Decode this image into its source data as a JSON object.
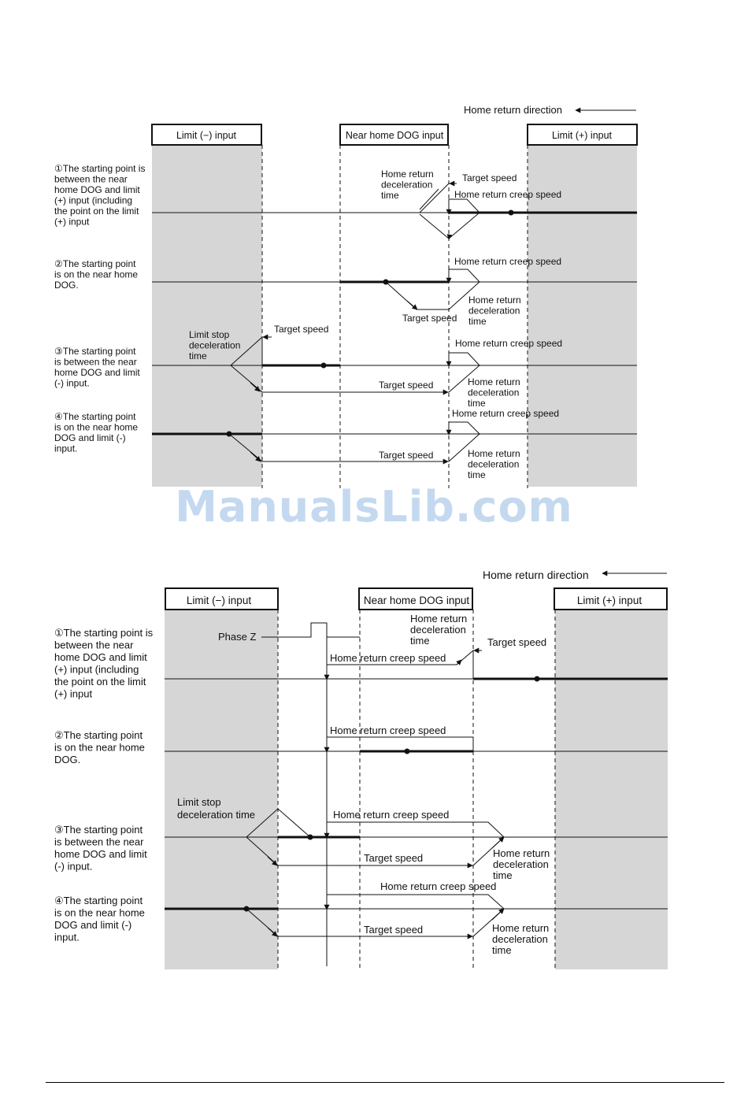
{
  "watermark": "ManualsLib.com",
  "diagrams": [
    {
      "direction_label": "Home return direction",
      "columns": {
        "limit_minus": "Limit (−) input",
        "near_dog": "Near home DOG input",
        "limit_plus": "Limit (+) input"
      },
      "rows": [
        {
          "case_lines": [
            "①The starting point is",
            "between the near",
            "home DOG and limit",
            "(+) input (including",
            "the point on the limit",
            "(+) input"
          ],
          "annotations": [
            {
              "lines": [
                "Home return",
                "deceleration",
                "time"
              ]
            },
            {
              "lines": [
                "Target speed"
              ]
            },
            {
              "lines": [
                "Home return creep speed"
              ]
            }
          ]
        },
        {
          "case_lines": [
            "②The starting point",
            "is on the near home",
            "DOG."
          ],
          "annotations": [
            {
              "lines": [
                "Home return creep speed"
              ]
            },
            {
              "lines": [
                "Target speed"
              ]
            },
            {
              "lines": [
                "Home return",
                "deceleration",
                "time"
              ]
            }
          ]
        },
        {
          "case_lines": [
            "③The starting point",
            "is between the near",
            "home DOG and limit",
            "(-) input."
          ],
          "annotations": [
            {
              "lines": [
                "Limit stop",
                "deceleration",
                "time"
              ]
            },
            {
              "lines": [
                "Target speed"
              ]
            },
            {
              "lines": [
                "Home return creep speed"
              ]
            },
            {
              "lines": [
                "Target speed"
              ]
            },
            {
              "lines": [
                "Home return",
                "deceleration",
                "time"
              ]
            }
          ]
        },
        {
          "case_lines": [
            "④The starting point",
            "is on the near home",
            "DOG and limit (-)",
            "input."
          ],
          "annotations": [
            {
              "lines": [
                "Home return creep speed"
              ]
            },
            {
              "lines": [
                "Target speed"
              ]
            },
            {
              "lines": [
                "Home return",
                "deceleration",
                "time"
              ]
            }
          ]
        }
      ]
    },
    {
      "direction_label": "Home return direction",
      "columns": {
        "limit_minus": "Limit (−) input",
        "near_dog": "Near home DOG input",
        "limit_plus": "Limit (+) input"
      },
      "phase_z": "Phase Z",
      "rows": [
        {
          "case_lines": [
            "①The starting point is",
            "between the near",
            "home DOG and limit",
            "(+) input (including",
            "the point on the limit",
            "(+) input"
          ],
          "annotations": [
            {
              "lines": [
                "Home return",
                "deceleration",
                "time"
              ]
            },
            {
              "lines": [
                "Target speed"
              ]
            },
            {
              "lines": [
                "Home return creep speed"
              ]
            }
          ]
        },
        {
          "case_lines": [
            "②The starting point",
            "is on the near home",
            "DOG."
          ],
          "annotations": [
            {
              "lines": [
                "Home return creep speed"
              ]
            }
          ]
        },
        {
          "case_lines": [
            "③The starting point",
            "is between the near",
            "home DOG and limit",
            "(-) input."
          ],
          "annotations": [
            {
              "lines": [
                "Limit stop",
                "deceleration time"
              ]
            },
            {
              "lines": [
                "Home return creep speed"
              ]
            },
            {
              "lines": [
                "Target speed"
              ]
            },
            {
              "lines": [
                "Home return",
                "deceleration",
                "time"
              ]
            }
          ]
        },
        {
          "case_lines": [
            "④The starting point",
            "is on the near home",
            "DOG and limit (-)",
            "input."
          ],
          "annotations": [
            {
              "lines": [
                "Home return creep speed"
              ]
            },
            {
              "lines": [
                "Target speed"
              ]
            },
            {
              "lines": [
                "Home return",
                "deceleration",
                "time"
              ]
            }
          ]
        }
      ]
    }
  ]
}
